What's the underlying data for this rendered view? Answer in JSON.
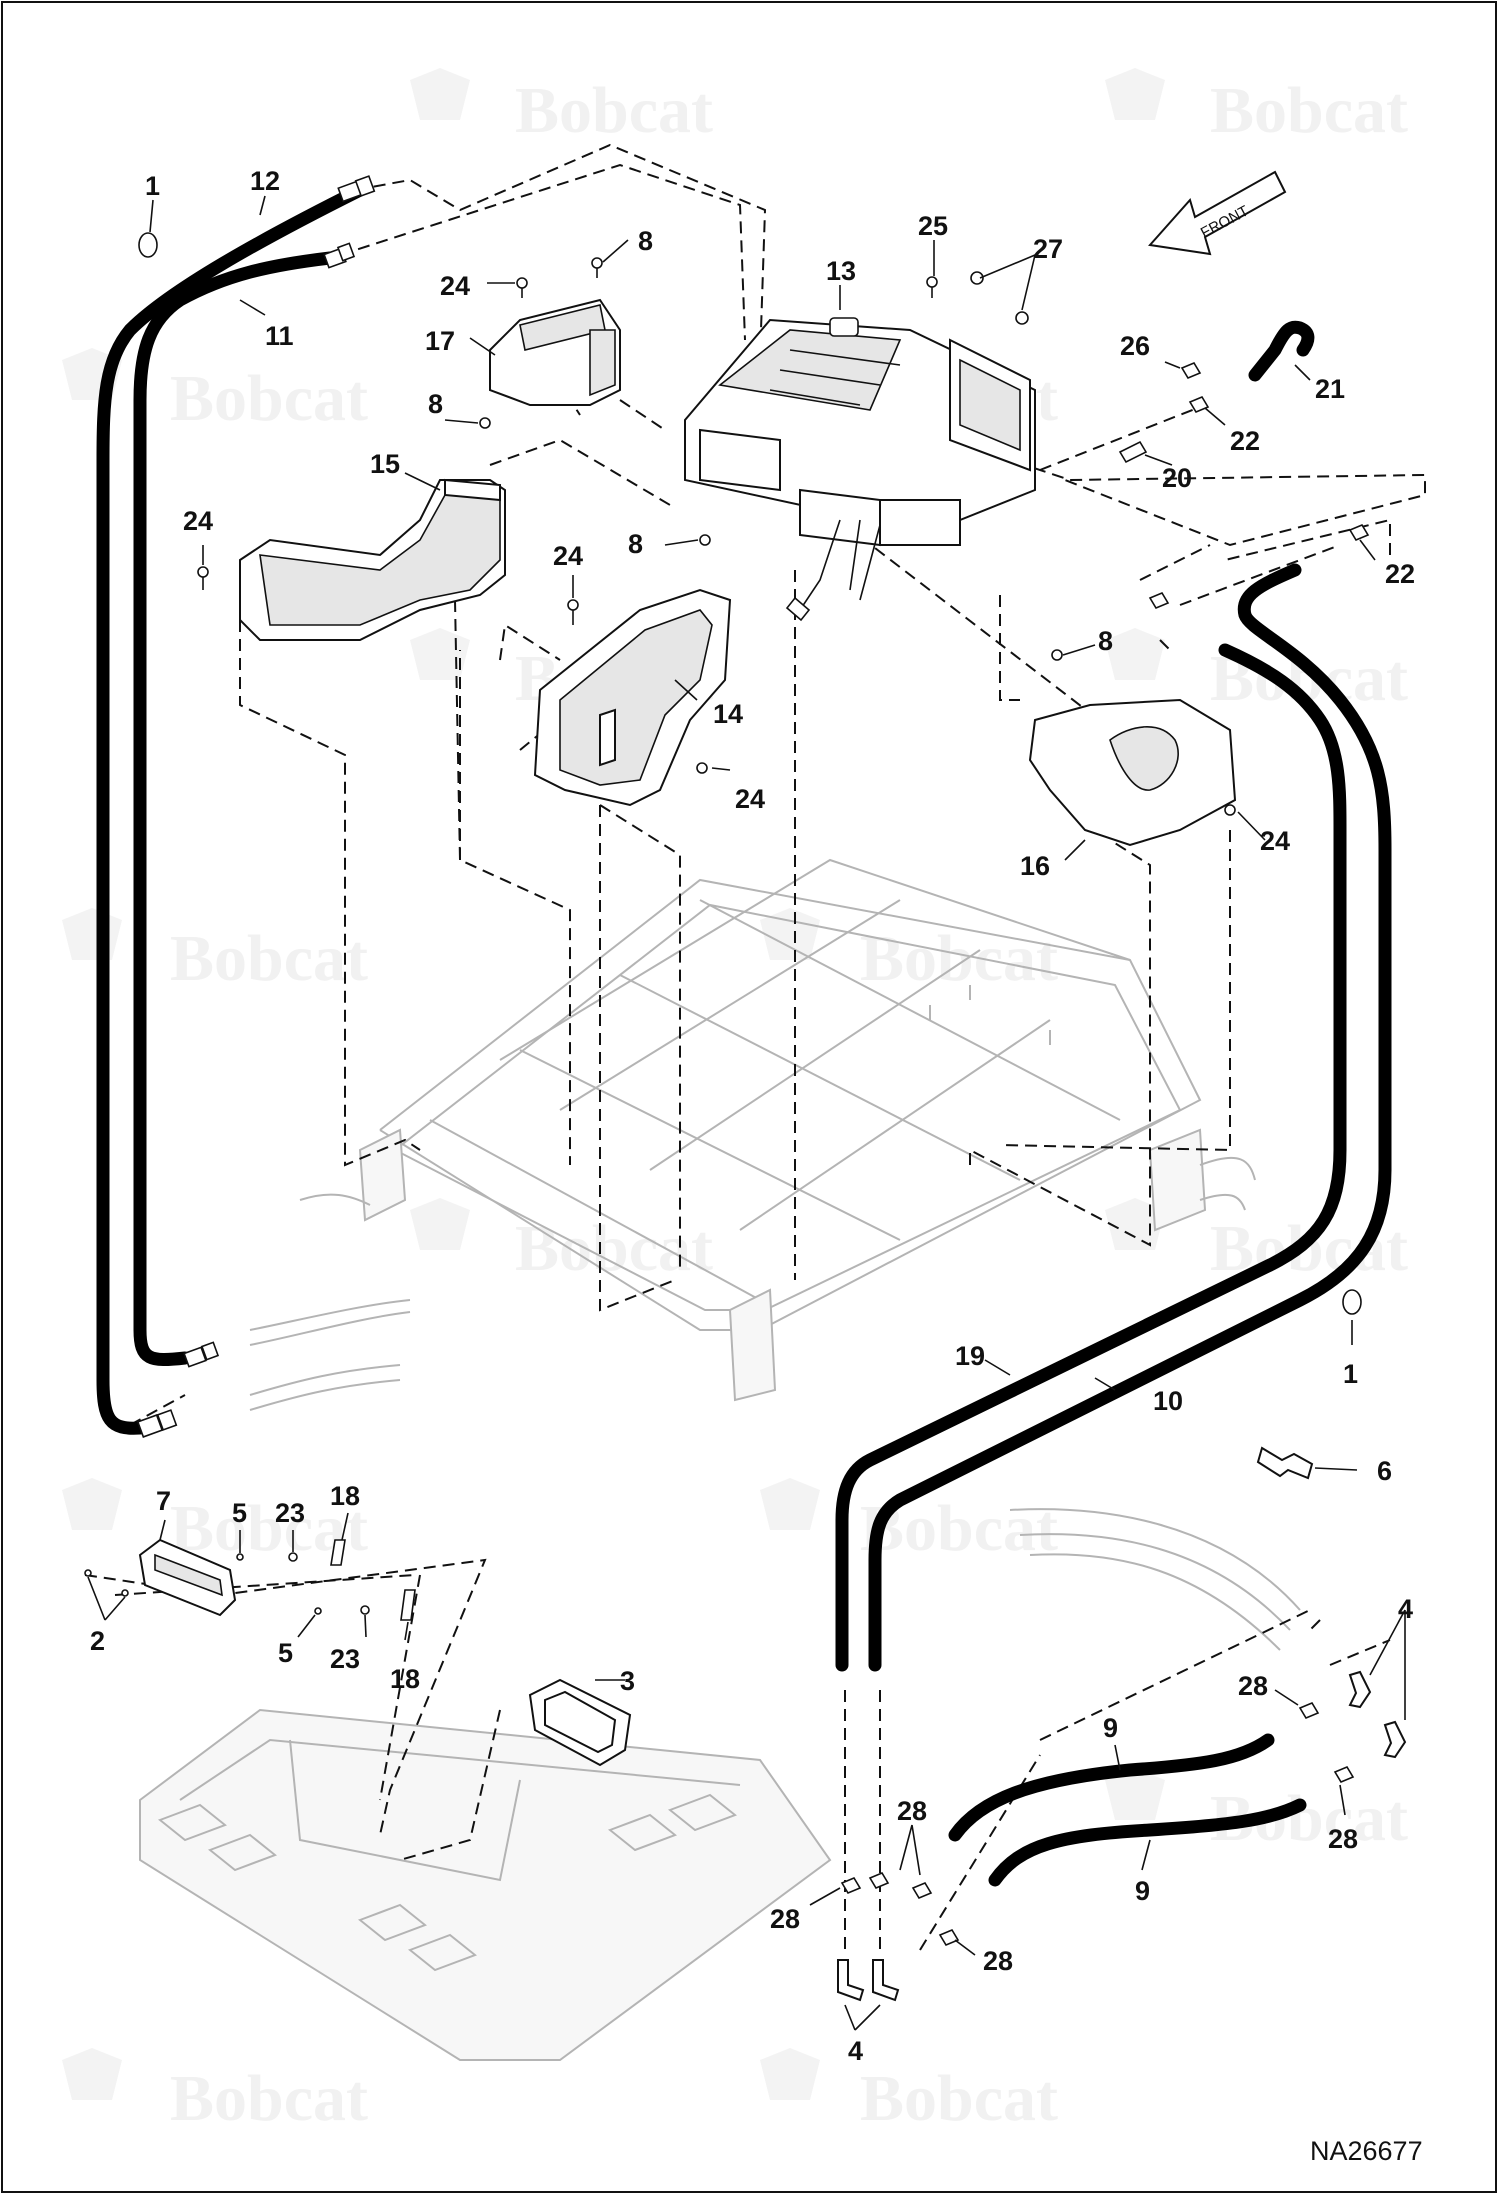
{
  "figure_id": "NA26677",
  "front_label": "FRONT",
  "watermark": {
    "brand": "Bobcat"
  },
  "callouts": [
    {
      "id": "c1a",
      "text": "1"
    },
    {
      "id": "c12",
      "text": "12"
    },
    {
      "id": "c11",
      "text": "11"
    },
    {
      "id": "c24a",
      "text": "24"
    },
    {
      "id": "c8a",
      "text": "8"
    },
    {
      "id": "c17",
      "text": "17"
    },
    {
      "id": "c13",
      "text": "13"
    },
    {
      "id": "c25",
      "text": "25"
    },
    {
      "id": "c27",
      "text": "27"
    },
    {
      "id": "c26",
      "text": "26"
    },
    {
      "id": "c21",
      "text": "21"
    },
    {
      "id": "c22a",
      "text": "22"
    },
    {
      "id": "c20",
      "text": "20"
    },
    {
      "id": "c8b",
      "text": "8"
    },
    {
      "id": "c15",
      "text": "15"
    },
    {
      "id": "c24b",
      "text": "24"
    },
    {
      "id": "c8c",
      "text": "8"
    },
    {
      "id": "c24c",
      "text": "24"
    },
    {
      "id": "c22b",
      "text": "22"
    },
    {
      "id": "c14",
      "text": "14"
    },
    {
      "id": "c8d",
      "text": "8"
    },
    {
      "id": "c24d",
      "text": "24"
    },
    {
      "id": "c16",
      "text": "16"
    },
    {
      "id": "c24e",
      "text": "24"
    },
    {
      "id": "c1b",
      "text": "1"
    },
    {
      "id": "c19",
      "text": "19"
    },
    {
      "id": "c10",
      "text": "10"
    },
    {
      "id": "c6",
      "text": "6"
    },
    {
      "id": "c7",
      "text": "7"
    },
    {
      "id": "c5a",
      "text": "5"
    },
    {
      "id": "c23a",
      "text": "23"
    },
    {
      "id": "c18a",
      "text": "18"
    },
    {
      "id": "c2",
      "text": "2"
    },
    {
      "id": "c5b",
      "text": "5"
    },
    {
      "id": "c23b",
      "text": "23"
    },
    {
      "id": "c18b",
      "text": "18"
    },
    {
      "id": "c3",
      "text": "3"
    },
    {
      "id": "c4a",
      "text": "4"
    },
    {
      "id": "c28a",
      "text": "28"
    },
    {
      "id": "c9a",
      "text": "9"
    },
    {
      "id": "c28b",
      "text": "28"
    },
    {
      "id": "c28c",
      "text": "28"
    },
    {
      "id": "c9b",
      "text": "9"
    },
    {
      "id": "c28d",
      "text": "28"
    },
    {
      "id": "c28e",
      "text": "28"
    },
    {
      "id": "c4b",
      "text": "4"
    }
  ]
}
